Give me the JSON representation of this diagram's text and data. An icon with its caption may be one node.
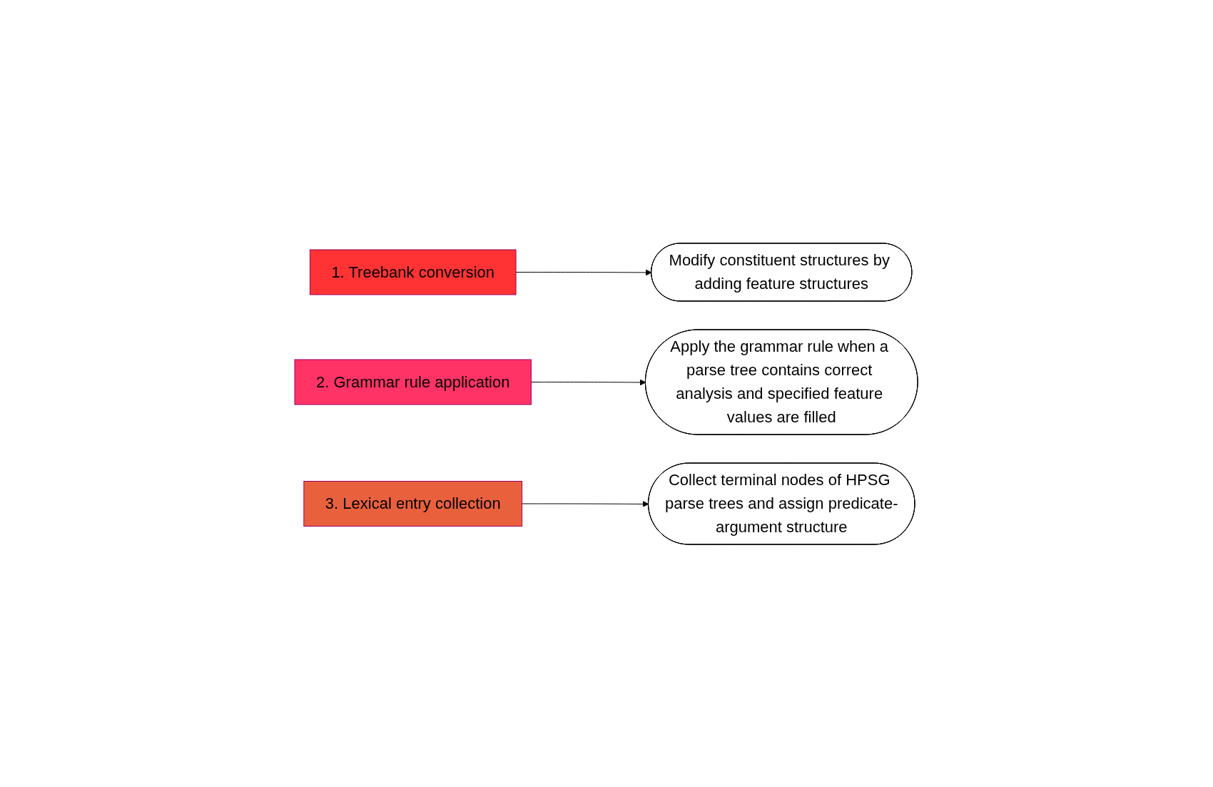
{
  "diagram": {
    "nodes": [
      {
        "text": [
          "1. Treebank conversion"
        ]
      },
      {
        "text": [
          "Modify constituent structures by adding feature structures"
        ]
      },
      {
        "text": [
          "2. Grammar rule application"
        ]
      },
      {
        "text": [
          "Apply the grammar rule when a parse tree contains correct analysis and specified feature values are filled"
        ]
      },
      {
        "text": [
          "3. Lexical entry collection"
        ]
      },
      {
        "text": [
          "Collect terminal nodes of HPSG parse trees and assign predicate-argument structure"
        ]
      }
    ],
    "edges": [
      {
        "from": 0,
        "to": 1,
        "arrow": "to"
      },
      {
        "from": 2,
        "to": 3,
        "arrow": "to"
      },
      {
        "from": 4,
        "to": 5,
        "arrow": "to"
      }
    ]
  }
}
